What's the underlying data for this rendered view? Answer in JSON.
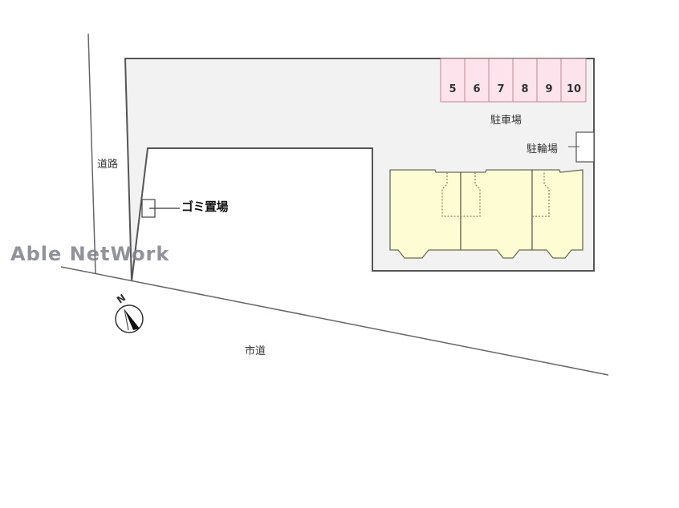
{
  "watermark": "Able NetWork",
  "labels": {
    "road_side": "道路",
    "city_road": "市道",
    "parking": "駐車場",
    "bicycle_parking": "駐輪場",
    "garbage": "ゴミ置場",
    "north": "N"
  },
  "parking_spaces": [
    "5",
    "6",
    "7",
    "8",
    "9",
    "10"
  ],
  "colors": {
    "lot_fill": "#f2f2f2",
    "building_fill": "#fefcd2",
    "parking_fill": "#fde4ec",
    "parking_border": "#c2868f",
    "outline": "#555555"
  }
}
